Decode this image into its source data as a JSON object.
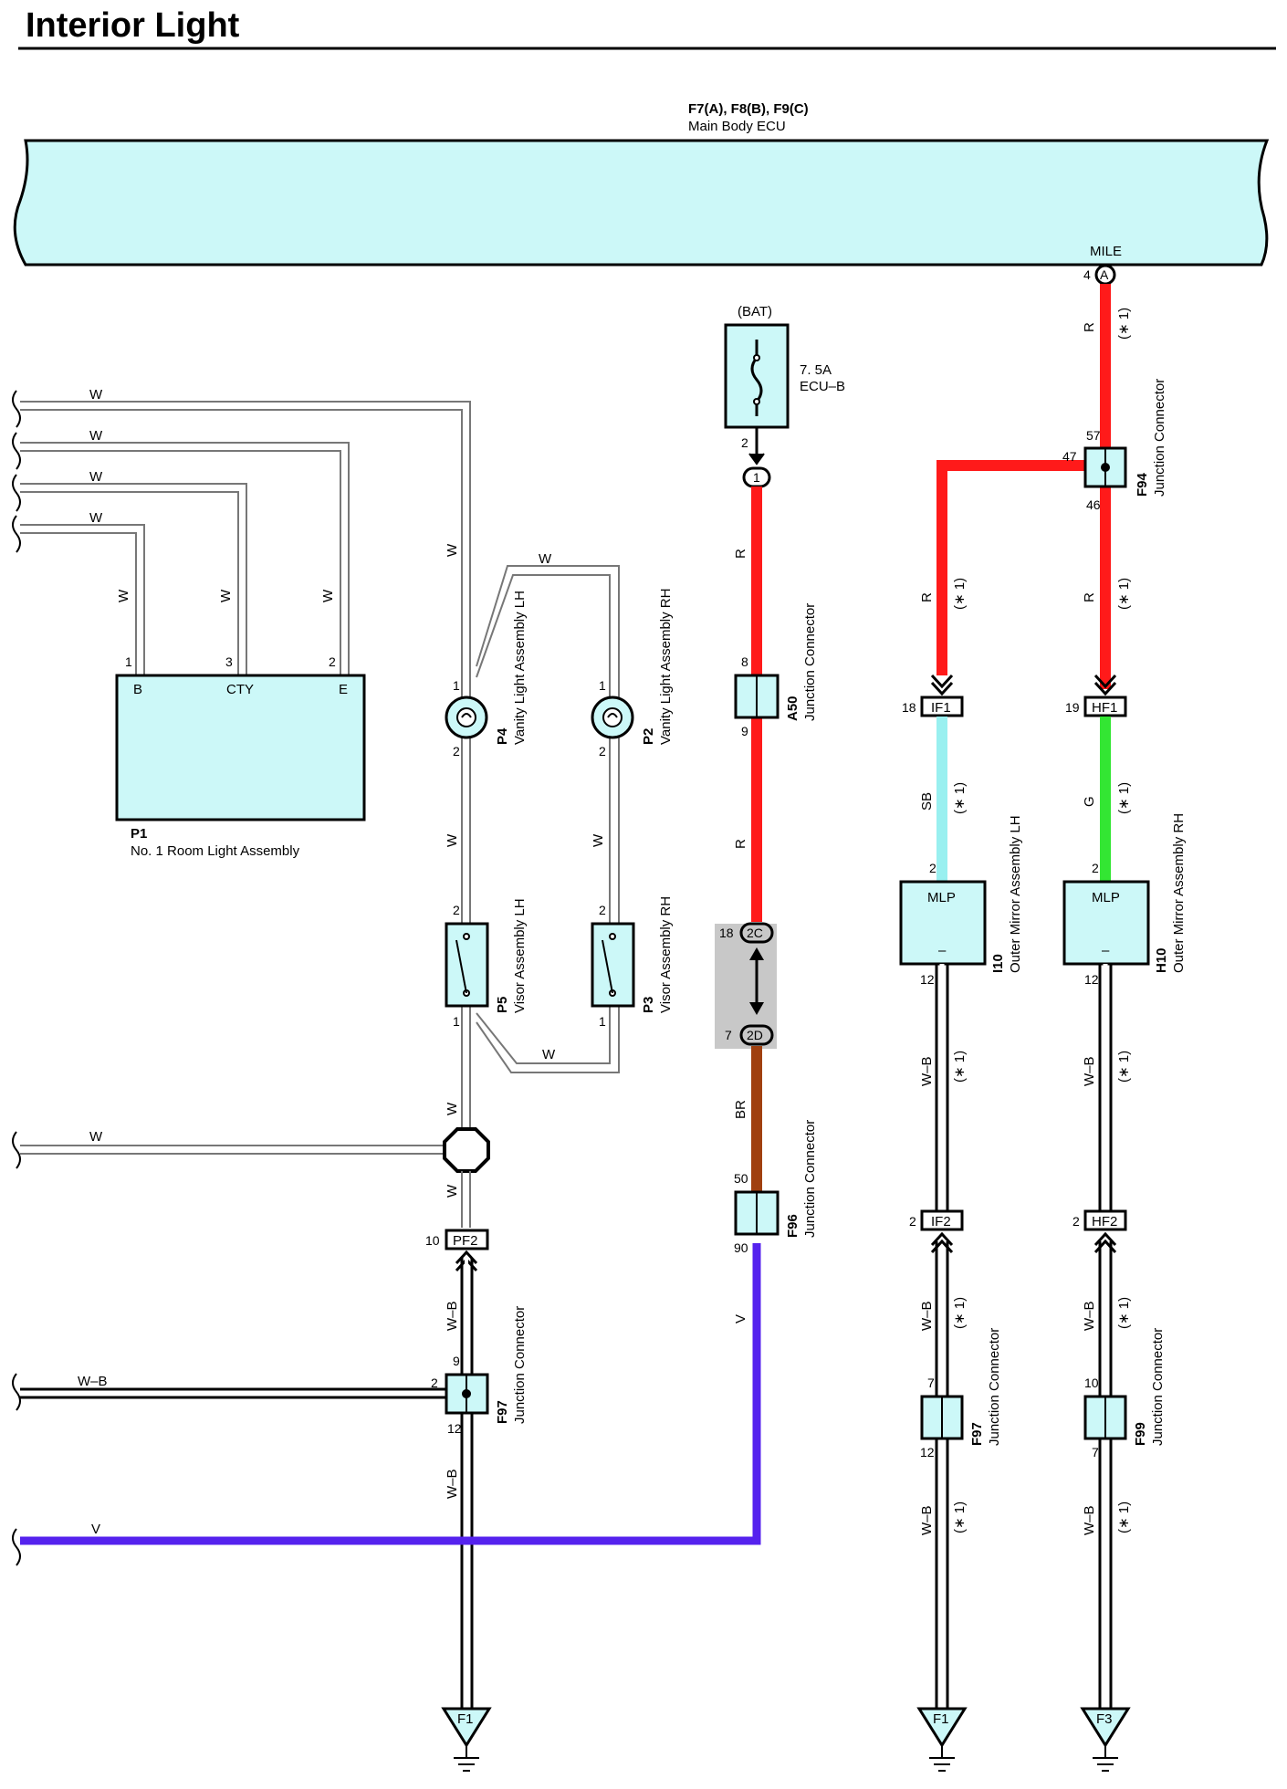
{
  "title": "Interior Light",
  "ecu": {
    "codes": "F7(A), F8(B), F9(C)",
    "name": "Main Body ECU",
    "terminal": "MILE",
    "pin": "4",
    "pin_letter": "A"
  },
  "fuse": {
    "source": "(BAT)",
    "rating": "7. 5A",
    "name": "ECU–B",
    "pin_out": "2",
    "pin_in": "1"
  },
  "room_light": {
    "code": "P1",
    "name": "No.  1 Room Light Assembly",
    "terminals": [
      "B",
      "CTY",
      "E"
    ],
    "pins": [
      "1",
      "3",
      "2"
    ]
  },
  "vanity_lh": {
    "code": "P4",
    "name": "Vanity Light Assembly LH",
    "pin_top": "1",
    "pin_bottom": "2"
  },
  "vanity_rh": {
    "code": "P2",
    "name": "Vanity Light Assembly RH",
    "pin_top": "1",
    "pin_bottom": "2"
  },
  "visor_lh": {
    "code": "P5",
    "name": "Visor Assembly LH",
    "pin_top": "2",
    "pin_bottom": "1"
  },
  "visor_rh": {
    "code": "P3",
    "name": "Visor Assembly RH",
    "pin_top": "2",
    "pin_bottom": "1"
  },
  "a50": {
    "code": "A50",
    "name": "Junction Connector",
    "pin_top": "8",
    "pin_bottom": "9"
  },
  "f96": {
    "code": "F96",
    "name": "Junction Connector",
    "pin_top": "50",
    "pin_bottom": "90"
  },
  "f94": {
    "code": "F94",
    "name": "Junction Connector",
    "pin_top": "57",
    "pin_left": "47",
    "pin_bottom": "46"
  },
  "f97_left": {
    "code": "F97",
    "name": "Junction Connector",
    "pin_top": "9",
    "pin_left": "2",
    "pin_bottom": "12"
  },
  "f97_right": {
    "code": "F97",
    "name": "Junction Connector",
    "pin_top": "7",
    "pin_bottom": "12"
  },
  "f99": {
    "code": "F99",
    "name": "Junction Connector",
    "pin_top": "10",
    "pin_bottom": "7"
  },
  "mirror_lh": {
    "code": "I10",
    "name": "Outer Mirror Assembly LH",
    "terminal": "MLP",
    "minus": "–",
    "pin_top": "2",
    "pin_bottom": "12"
  },
  "mirror_rh": {
    "code": "H10",
    "name": "Outer Mirror Assembly RH",
    "terminal": "MLP",
    "minus": "–",
    "pin_top": "2",
    "pin_bottom": "12"
  },
  "conn_2c": {
    "label": "2C",
    "pin": "18"
  },
  "conn_2d": {
    "label": "2D",
    "pin": "7"
  },
  "conn_if1": {
    "label": "IF1",
    "pin": "18"
  },
  "conn_hf1": {
    "label": "HF1",
    "pin": "19"
  },
  "conn_if2": {
    "label": "IF2",
    "pin": "2"
  },
  "conn_hf2": {
    "label": "HF2",
    "pin": "2"
  },
  "conn_pf2": {
    "label": "PF2",
    "pin": "10"
  },
  "grounds": [
    "F1",
    "F1",
    "F3"
  ],
  "wires": {
    "w": "W",
    "wb": "W–B",
    "r": "R",
    "sb": "SB",
    "g": "G",
    "br": "BR",
    "v": "V",
    "note": "(∗ 1)"
  },
  "colors": {
    "component": "#ccf8f8",
    "red_wire": "#ff1a1a",
    "sky_blue_wire": "#99f0f0",
    "green_wire": "#33e633",
    "brown_wire": "#a0400f",
    "violet_wire": "#5522ee",
    "connector_shade": "#c8c8c8"
  }
}
